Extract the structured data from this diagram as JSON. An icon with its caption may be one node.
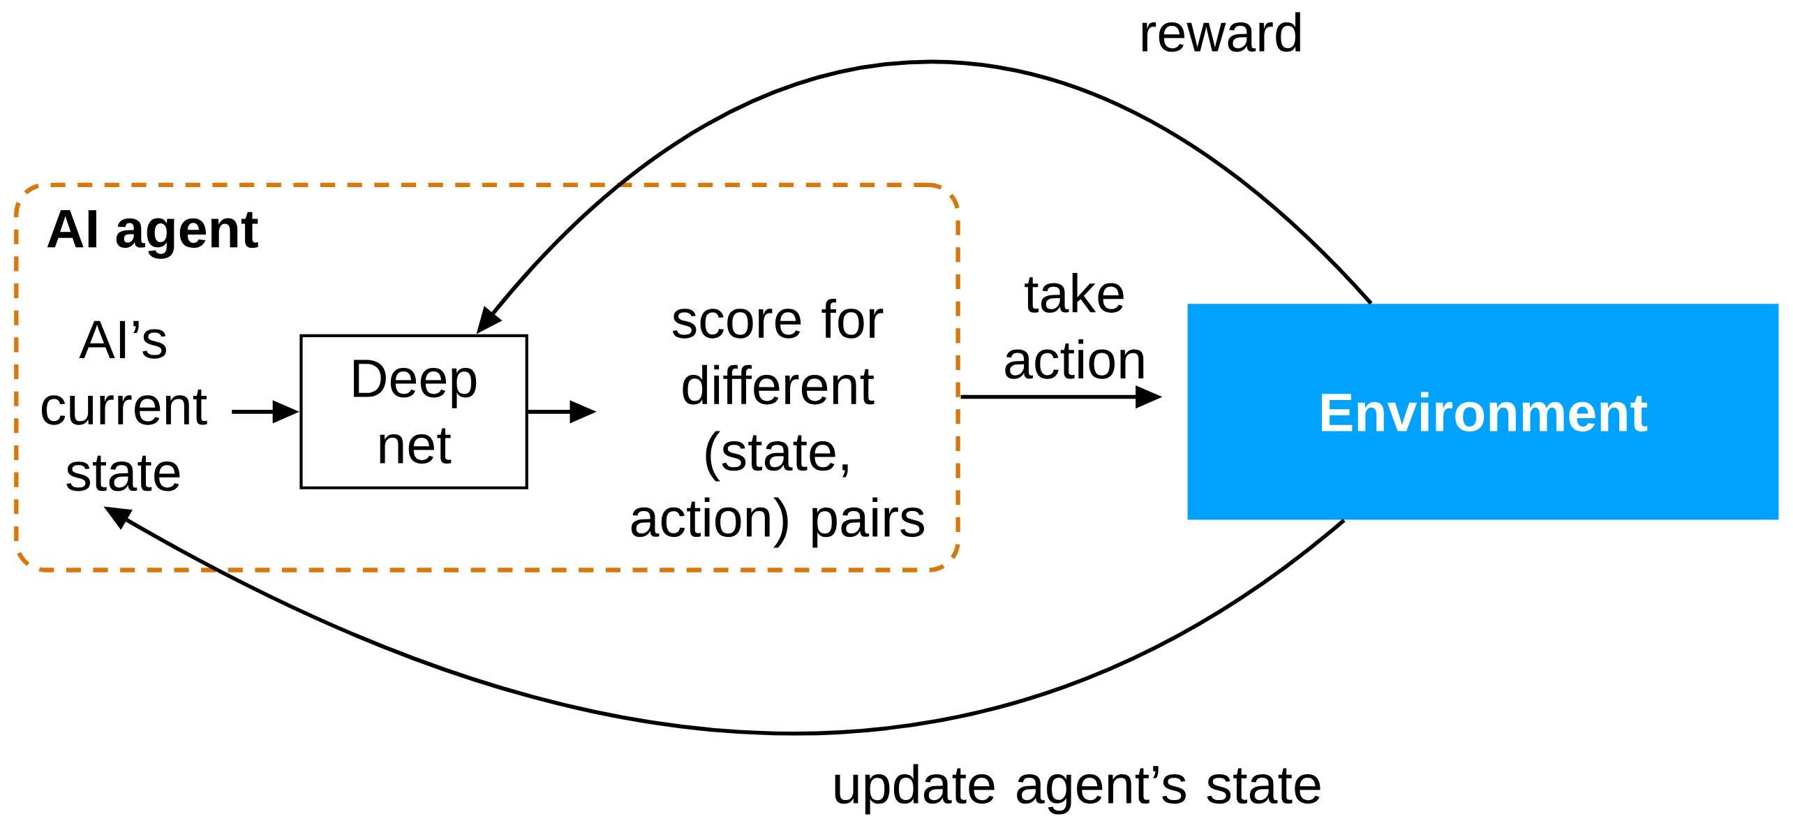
{
  "diagram": {
    "nodes": [
      {
        "text": [
          "AI agent"
        ]
      },
      {
        "text": [
          "AI’s current state"
        ],
        "in": 0
      },
      {
        "text": [
          "Deep net"
        ],
        "in": 0
      },
      {
        "text": [
          "score for different (state, action) pairs"
        ],
        "in": 0
      },
      {
        "text": [
          "Environment"
        ]
      }
    ],
    "edges": [
      {
        "from": 1,
        "to": 2,
        "arrow": "to"
      },
      {
        "from": 2,
        "to": 3,
        "arrow": "to"
      },
      {
        "from": 3,
        "to": 4,
        "arrow": "to",
        "label": "take action"
      },
      {
        "from": 4,
        "to": 2,
        "arrow": "to",
        "label": "reward"
      },
      {
        "from": 4,
        "to": 1,
        "arrow": "to",
        "label": "update agent’s state"
      }
    ]
  }
}
